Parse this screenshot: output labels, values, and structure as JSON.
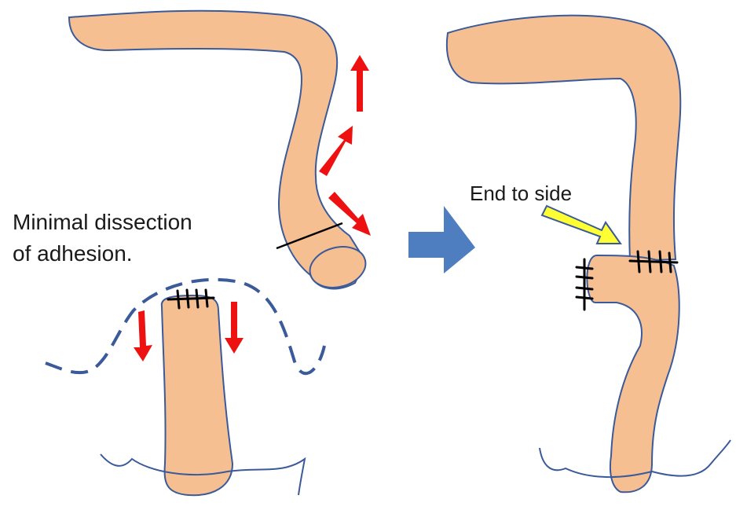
{
  "labels": {
    "dissection_line1": "Minimal dissection",
    "dissection_line2": "of adhesion.",
    "end_to_side": "End to side"
  },
  "colors": {
    "bowel_fill": "#f5bf92",
    "outline": "#3a5a99",
    "red_arrow": "#ee1111",
    "blue_arrow": "#4f7ec0",
    "yellow_arrow": "#ffff33",
    "staple": "#000000"
  }
}
